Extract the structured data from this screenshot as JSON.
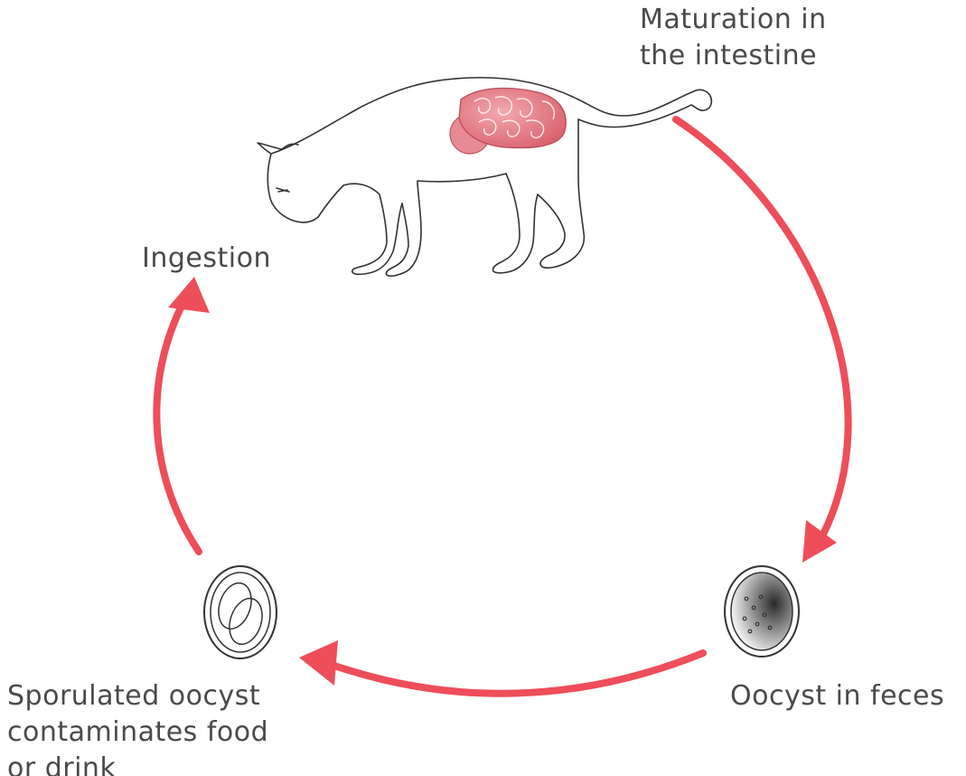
{
  "labels": {
    "maturation": "Maturation in\nthe intestine",
    "ingestion": "Ingestion",
    "oocyst_feces": "Oocyst in feces",
    "sporulated": "Sporulated oocyst\ncontaminates food\nor drink"
  },
  "colors": {
    "arrow": "#ee4d5a",
    "text": "#4a4a4a",
    "outline": "#333333",
    "intestine": "#e8838d"
  },
  "icons": [
    "cat-illustration",
    "intestine-illustration",
    "oocyst-icon",
    "sporulated-oocyst-icon"
  ]
}
